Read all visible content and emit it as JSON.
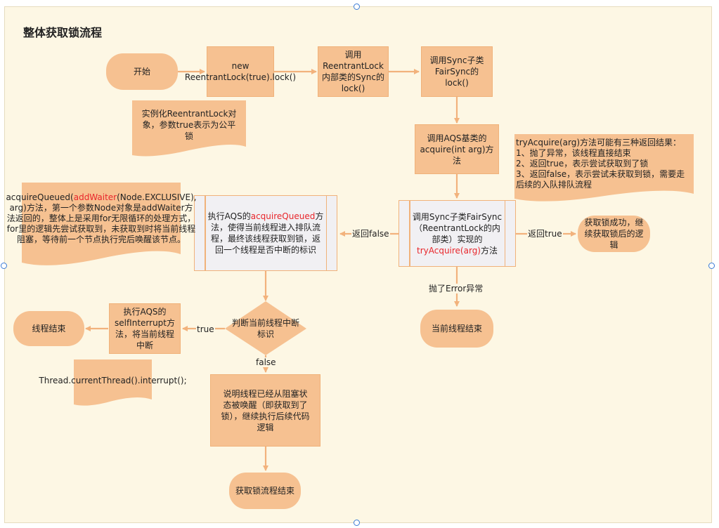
{
  "title": "整体获取锁流程",
  "nodes": {
    "start": "开始",
    "new_lock": "new ReentrantLock(true).lock()",
    "call_inner": "调用ReentrantLock内部类的Sync的lock()",
    "call_fairsync": "调用Sync子类FairSync的lock()",
    "note_instantiate": "实例化ReentrantLock对象，参数true表示为公平锁",
    "call_acquire": "调用AQS基类的acquire(int arg)方法",
    "note_tryacquire": "tryAcquire(arg)方法可能有三种返回结果：\n1、抛了异常，该线程直接结束\n2、返回true，表示尝试获取到了锁\n3、返回false，表示尝试未获取到锁，需要走后续的入队排队流程",
    "try_acquire": {
      "part1": "调用Sync子类FairSync（ReentrantLock的内部类）实现的",
      "part2": "tryAcquire(arg)",
      "part3": "方法"
    },
    "acquire_success": "获取锁成功，继续获取锁后的逻辑",
    "current_thread_end": "当前线程结束",
    "acquire_queued": {
      "part1": "执行AQS的",
      "part2": "acquireQueued",
      "part3": "方法，使得当前线程进入排队流程，最终该线程获取到锁，返回一个线程是否中断的标识"
    },
    "note_acquire_queued": {
      "part1": "acquireQueued(",
      "part2": "addWaiter",
      "part3": "(Node.EXCLUSIVE), arg)方法，第一个参数Node对象是addWaiter方法返回的，整体上是采用for无限循环的处理方式，for里的逻辑先尝试获取到，未获取到时将当前线程阻塞，等待前一个节点执行完后唤醒该节点。"
    },
    "decision": "判断当前线程中断标识",
    "self_interrupt": "执行AQS的selfInterrupt方法，将当前线程中断",
    "thread_end": "线程结束",
    "note_interrupt": "Thread.currentThread().interrupt();",
    "woken_up": "说明线程已经从阻塞状态被唤醒（即获取到了锁），继续执行后续代码逻辑",
    "finish": "获取锁流程结束"
  },
  "edge_labels": {
    "return_false": "返回false",
    "return_true": "返回true",
    "throw_error": "抛了Error异常",
    "true": "true",
    "false": "false"
  },
  "colors": {
    "node_fill": "#f6c191",
    "node_border": "#f0b27a",
    "background": "#fdf7e4",
    "edge": "#f2b27c",
    "highlight": "#e8262b",
    "process_fill": "#f1f0f3"
  }
}
